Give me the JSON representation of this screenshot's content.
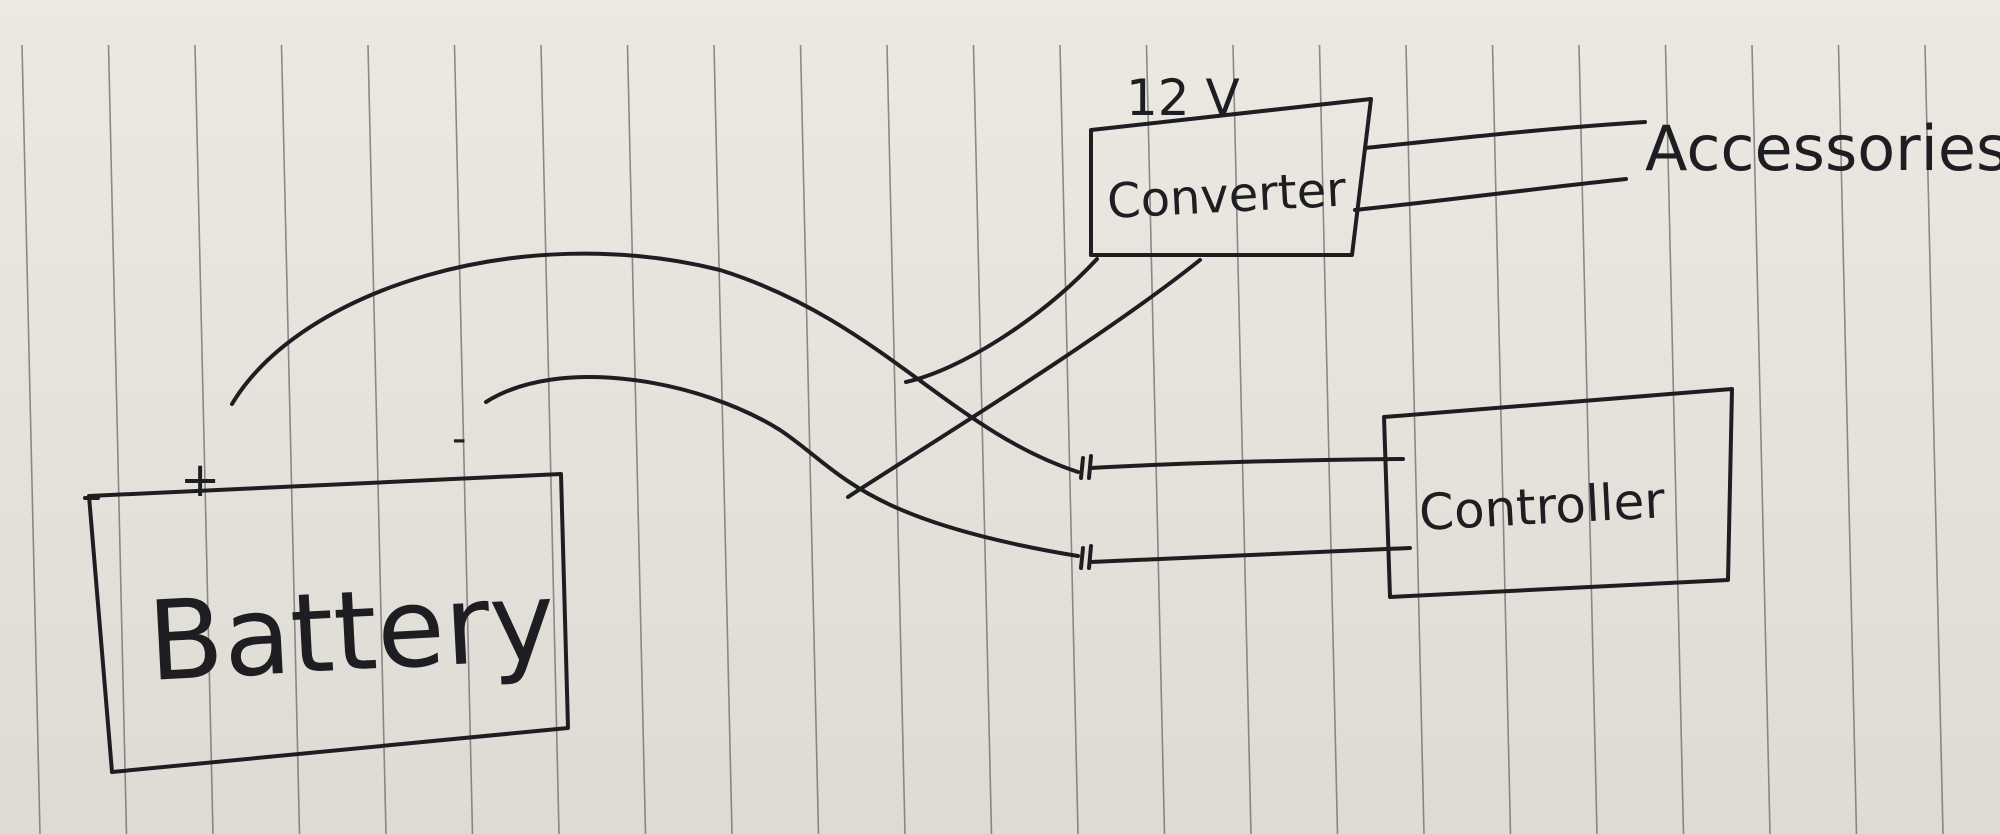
{
  "diagram": {
    "title": "Battery wiring sketch",
    "nodes": {
      "battery": {
        "label": "Battery",
        "plus": "+",
        "minus": "-"
      },
      "converter": {
        "label": "Converter",
        "voltage": "12 V"
      },
      "controller": {
        "label": "Controller"
      },
      "accessories": {
        "label": "Accessories"
      }
    },
    "edges": [
      {
        "from": "battery +",
        "to": "controller"
      },
      {
        "from": "battery -",
        "to": "controller"
      },
      {
        "from": "converter",
        "to": "battery + wire"
      },
      {
        "from": "converter",
        "to": "battery - wire"
      },
      {
        "from": "converter",
        "to": "accessories"
      },
      {
        "from": "converter",
        "to": "accessories"
      }
    ],
    "colors": {
      "ink": "#1e1e22",
      "paper": "#e8e6df",
      "rule": "#6a6a6e"
    }
  }
}
